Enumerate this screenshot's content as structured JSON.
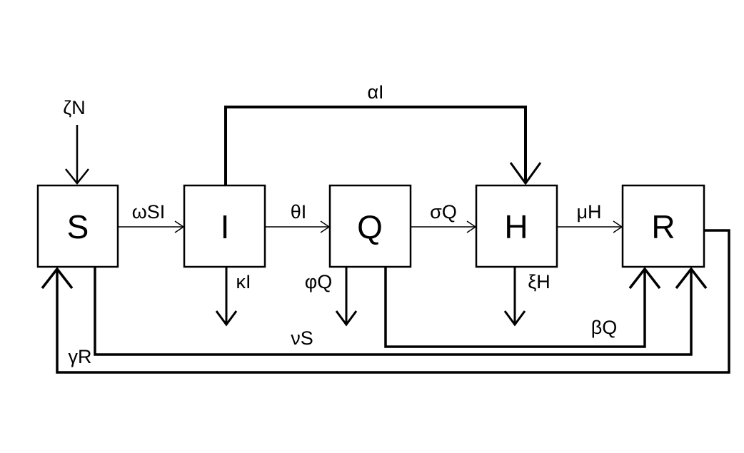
{
  "compartments": {
    "s": "S",
    "i": "I",
    "q": "Q",
    "h": "H",
    "r": "R"
  },
  "flows": {
    "birth": "ζN",
    "infection": "ωSI",
    "quarantine": "θI",
    "hospitalization_from_q": "σQ",
    "recovery_from_h": "μH",
    "hospitalization_from_i": "αI",
    "death_i": "κI",
    "death_q": "φQ",
    "death_h": "ξH",
    "vaccination": "νS",
    "recovery_from_q": "βQ",
    "loss_of_immunity": "γR"
  }
}
